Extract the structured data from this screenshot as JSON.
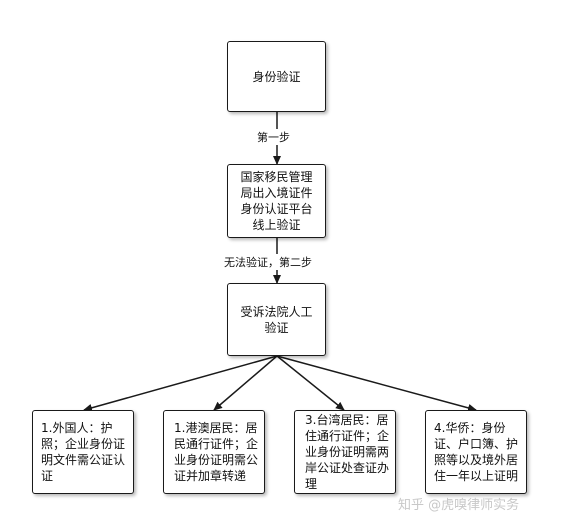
{
  "nodes": {
    "identity": "身份验证",
    "platform": "国家移民管理局出入境证件身份认证平台线上验证",
    "court": "受诉法院人工验证",
    "foreigner": "1.外国人：护照；企业身份证明文件需公证认证",
    "hk_macau": "1.港澳居民：居民通行证件；企业身份证明需公证并加章转递",
    "taiwan": "3.台湾居民：居住通行证件；企业身份证明需两岸公证处查证办理",
    "overseas_chinese": "4.华侨：身份证、户口簿、护照等以及境外居住一年以上证明"
  },
  "edges": {
    "step1": "第一步",
    "step2": "无法验证，第二步"
  },
  "watermark": "知乎 @虎嗅律师实务"
}
